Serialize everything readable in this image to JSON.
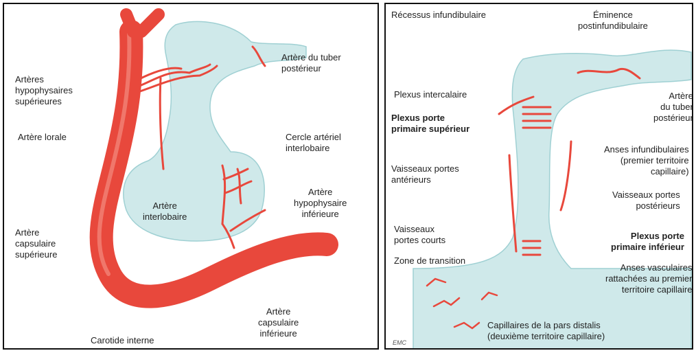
{
  "colors": {
    "tissue": "#cfe9ea",
    "tissue_edge": "#9fd0d3",
    "artery": "#e8483c",
    "artery_dark": "#c7302a",
    "leader": "#333333"
  },
  "left_panel": {
    "labels": {
      "sup_hyp": "Artères\nhypophysaires\nsupérieures",
      "loral": "Artère lorale",
      "caps_sup": "Artère\ncapsulaire\nsupérieure",
      "carotid": "Carotide interne",
      "tuber_post": "Artère du tuber\npostérieur",
      "cercle": "Cercle artériel\ninterlobaire",
      "hyp_inf": "Artère\nhypophysaire\ninférieure",
      "interlob": "Artère\ninterlobaire",
      "caps_inf": "Artère\ncapsulaire\ninférieure"
    }
  },
  "right_panel": {
    "labels": {
      "recessus": "Récessus infundibulaire",
      "eminence": "Éminence\npostinfundibulaire",
      "intercal": "Plexus intercalaire",
      "plexus_sup": "Plexus porte\nprimaire supérieur",
      "tuber_post": "Artère\ndu tuber\npostérieur",
      "anses_inf": "Anses infundibulaires\n(premier territoire\ncapillaire)",
      "vp_ant": "Vaisseaux portes\nantérieurs",
      "vp_post": "Vaisseaux portes\npostérieurs",
      "vp_courts": "Vaisseaux\nportes courts",
      "plexus_inf": "Plexus porte\nprimaire inférieur",
      "transition": "Zone de transition",
      "anses_vasc": "Anses vasculaires\nrattachées au premier\nterritoire capillaire",
      "capillaires": "Capillaires de la pars distalis\n(deuxième territoire capillaire)"
    },
    "signature": "EMC"
  }
}
